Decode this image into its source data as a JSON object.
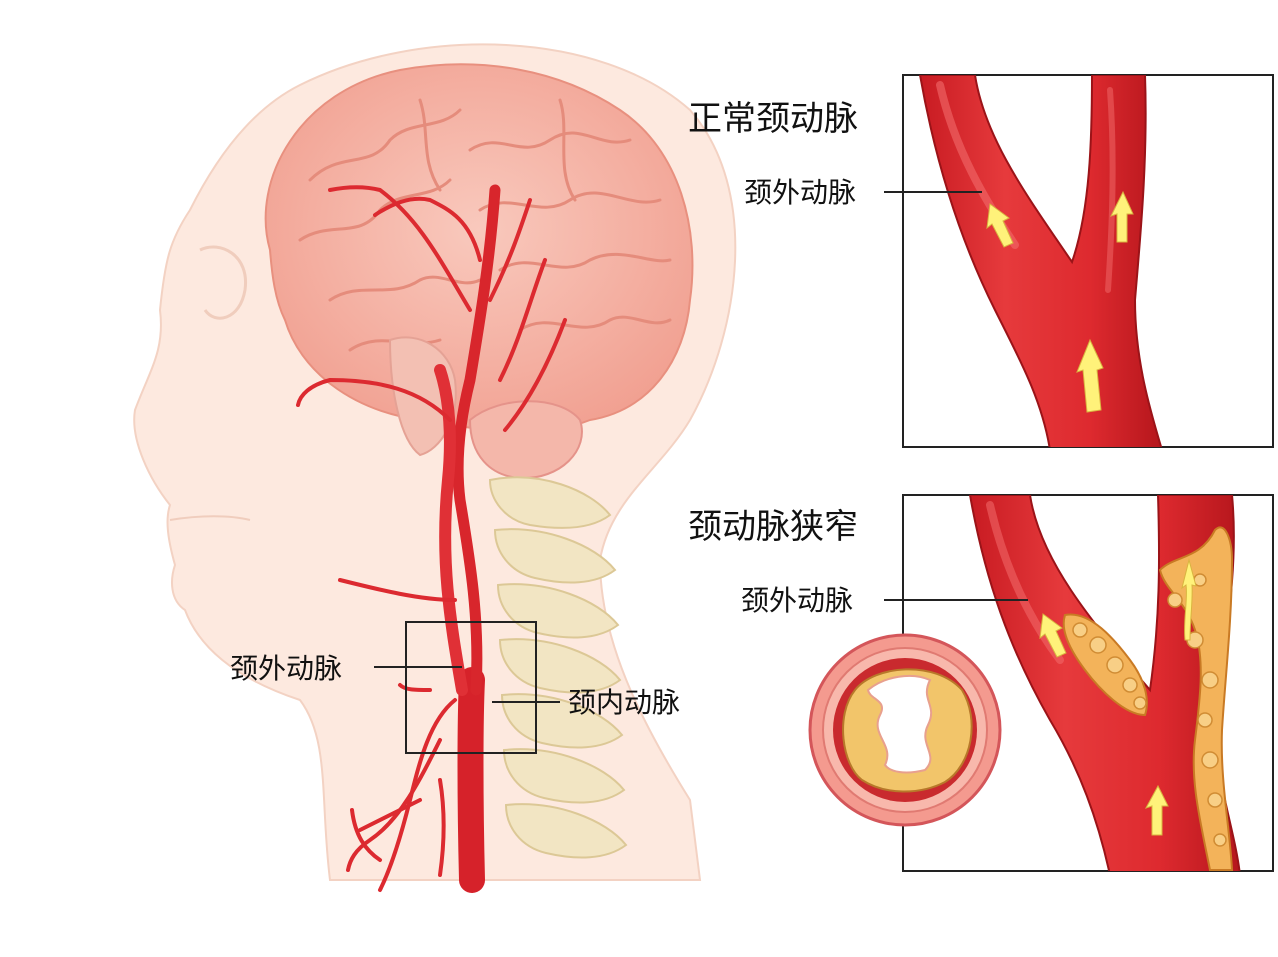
{
  "labels": {
    "normal_title": "正常颈动脉",
    "normal_external": "颈外动脉",
    "stenosis_title": "颈动脉狭窄",
    "stenosis_external": "颈外动脉",
    "head_external": "颈外动脉",
    "head_internal": "颈内动脉"
  },
  "colors": {
    "artery": "#e0262b",
    "artery_dark": "#b81a20",
    "brain": "#f6b6a8",
    "skin": "#fde9df",
    "spine": "#f1e3bf",
    "plaque": "#f2b45a",
    "arrow": "#fff27a",
    "frame": "#222222"
  }
}
